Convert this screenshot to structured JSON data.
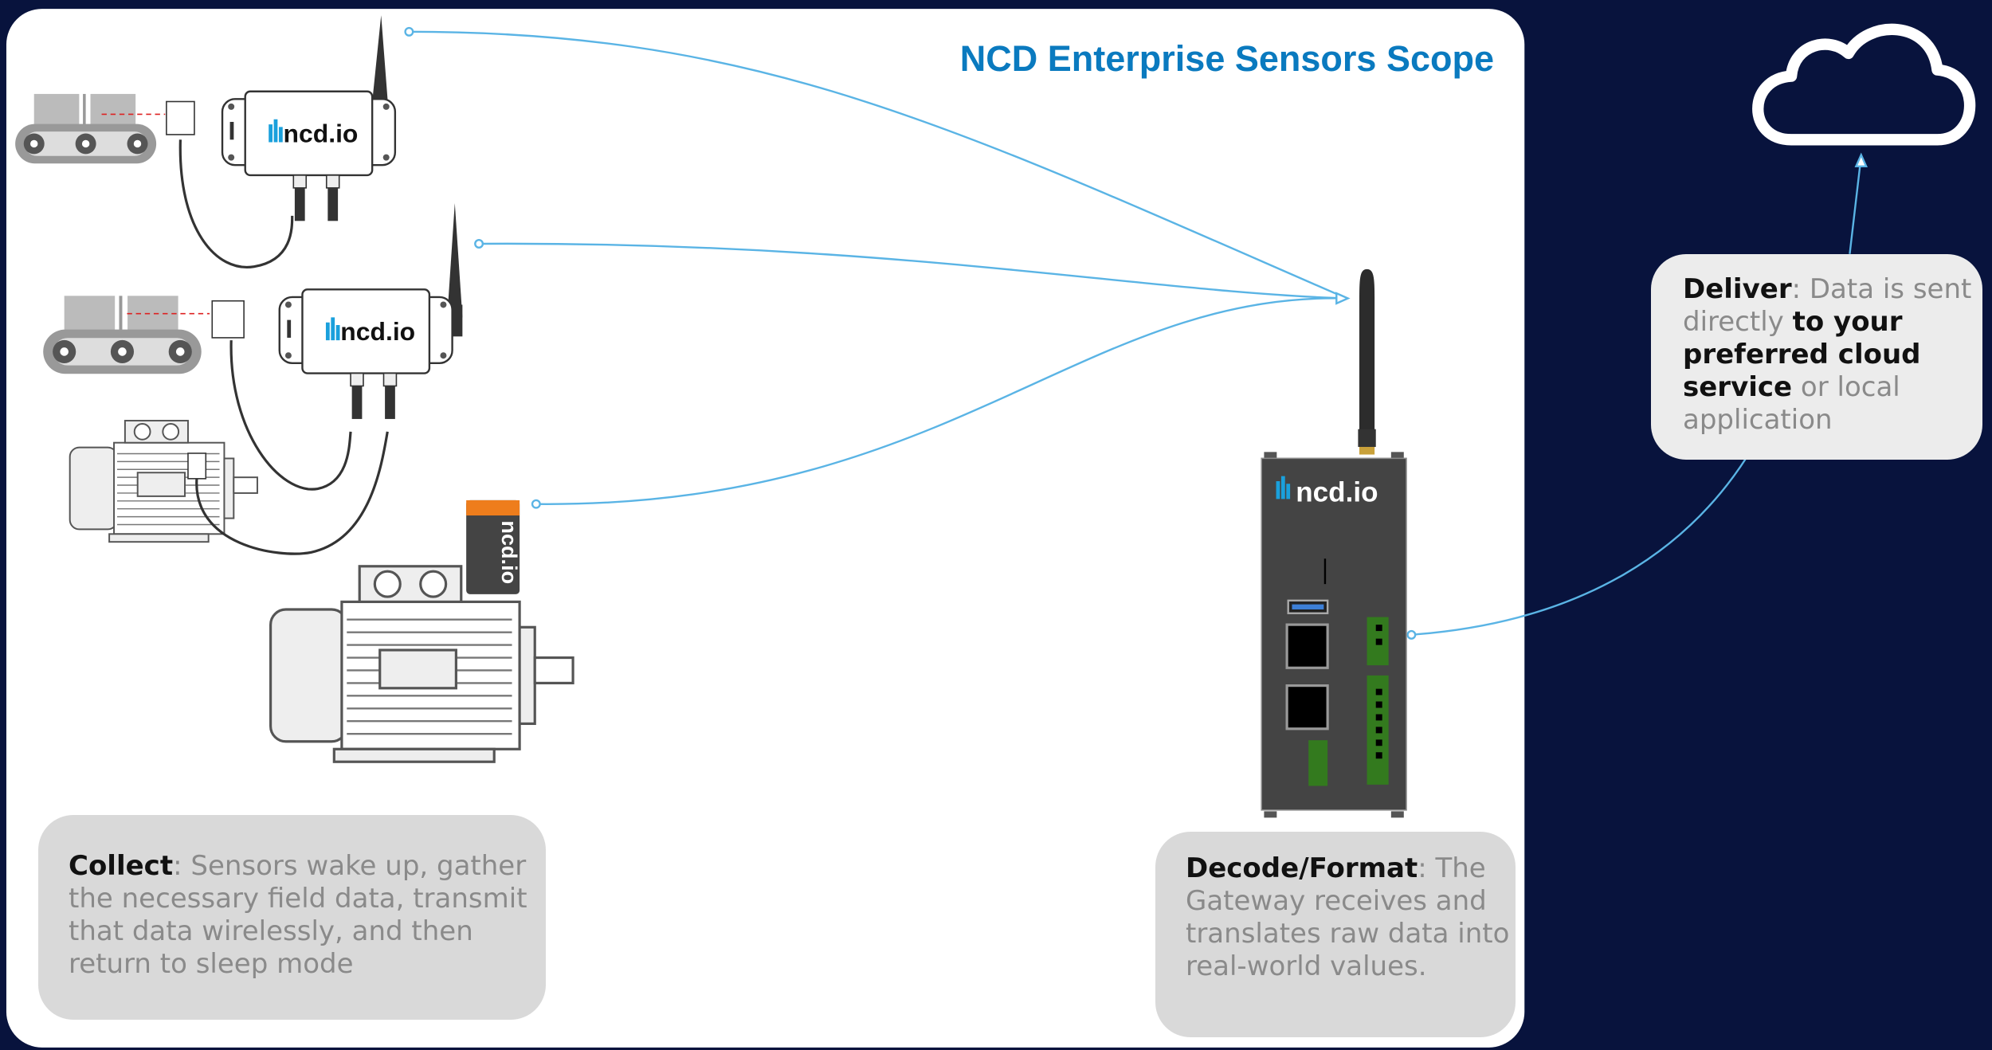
{
  "title": "NCD Enterprise Sensors Scope",
  "collect": {
    "label": "Collect",
    "text": ": Sensors wake up, gather the necessary field data, transmit that data wirelessly, and then return to sleep mode"
  },
  "decode": {
    "label": "Decode/Format",
    "text": ": The Gateway receives and translates raw data into real-world values."
  },
  "deliver": {
    "label": "Deliver",
    "text1": ": Data is sent directly ",
    "bold1": "to your preferred cloud service",
    "text2": " or local application"
  },
  "logos": {
    "brand": "ncd.io"
  },
  "colors": {
    "background": "#08133d",
    "panel": "#ffffff",
    "title": "#0a7abf",
    "link_line": "#5ab4e5",
    "box": "#d9d9d9"
  },
  "icons": [
    "conveyor-icon",
    "proximity-sensor-icon",
    "wireless-sensor-box-icon",
    "motor-icon",
    "vibration-sensor-icon",
    "gateway-icon",
    "cloud-icon"
  ]
}
